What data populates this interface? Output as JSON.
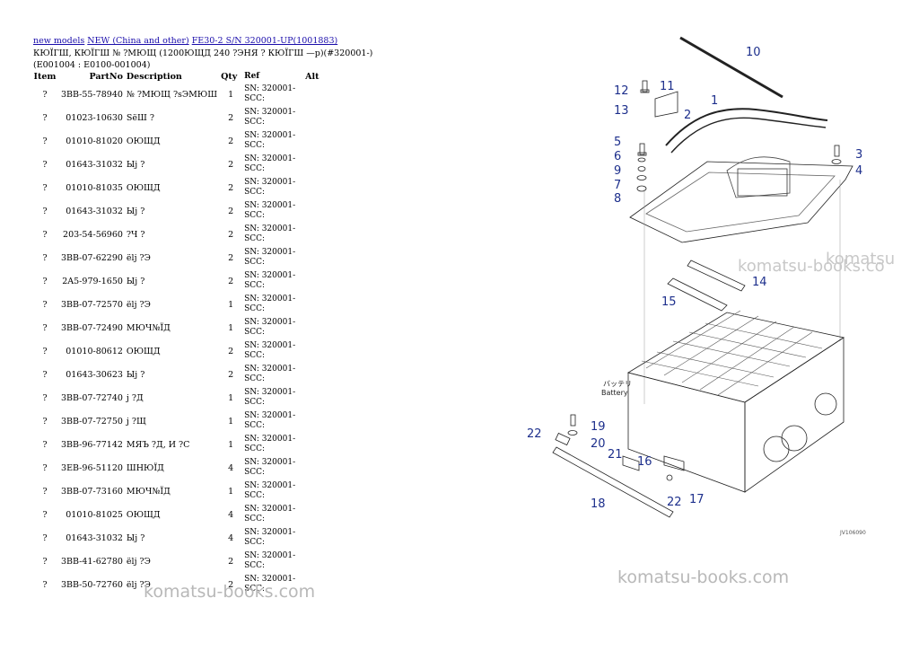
{
  "breadcrumb": {
    "items": [
      "new models",
      "NEW (China and other)",
      "FE30-2 S/N 320001-UP(1001883)"
    ]
  },
  "title": "КЮЇГШ, КЮЇГШ № ?МЮЩ (1200ЮЩД 240 ?ЭНЯ ? КЮЇГШ —р)(#320001-)(E001004 : E0100-001004)",
  "table": {
    "headers": [
      "Item",
      "PartNo",
      "Description",
      "Qty",
      "Ref",
      "Alt"
    ],
    "rows": [
      {
        "item": "?",
        "part": "3BB-55-78940",
        "desc": "№ ?МЮЩ ?sЭМЮШ",
        "qty": "1",
        "ref": "SN: 320001-SCC:"
      },
      {
        "item": "?",
        "part": "01023-10630",
        "desc": "SёШ ?",
        "qty": "2",
        "ref": "SN: 320001-SCC:"
      },
      {
        "item": "?",
        "part": "01010-81020",
        "desc": "ОЮЩД",
        "qty": "2",
        "ref": "SN: 320001-SCC:"
      },
      {
        "item": "?",
        "part": "01643-31032",
        "desc": "Ыj ?",
        "qty": "2",
        "ref": "SN: 320001-SCC:"
      },
      {
        "item": "?",
        "part": "01010-81035",
        "desc": "ОЮЩД",
        "qty": "2",
        "ref": "SN: 320001-SCC:"
      },
      {
        "item": "?",
        "part": "01643-31032",
        "desc": "Ыj ?",
        "qty": "2",
        "ref": "SN: 320001-SCC:"
      },
      {
        "item": "?",
        "part": "203-54-56960",
        "desc": "?Ч ?",
        "qty": "2",
        "ref": "SN: 320001-SCC:"
      },
      {
        "item": "?",
        "part": "3BB-07-62290",
        "desc": "ёlj ?Э",
        "qty": "2",
        "ref": "SN: 320001-SCC:"
      },
      {
        "item": "?",
        "part": "2A5-979-1650",
        "desc": "Ыj ?",
        "qty": "2",
        "ref": "SN: 320001-SCC:"
      },
      {
        "item": "?",
        "part": "3BB-07-72570",
        "desc": "ёlj ?Э",
        "qty": "1",
        "ref": "SN: 320001-SCC:"
      },
      {
        "item": "?",
        "part": "3BB-07-72490",
        "desc": "МЮЧ№ЇД",
        "qty": "1",
        "ref": "SN: 320001-SCC:"
      },
      {
        "item": "?",
        "part": "01010-80612",
        "desc": "ОЮЩД",
        "qty": "2",
        "ref": "SN: 320001-SCC:"
      },
      {
        "item": "?",
        "part": "01643-30623",
        "desc": "Ыj ?",
        "qty": "2",
        "ref": "SN: 320001-SCC:"
      },
      {
        "item": "?",
        "part": "3BB-07-72740",
        "desc": "j ?Д",
        "qty": "1",
        "ref": "SN: 320001-SCC:"
      },
      {
        "item": "?",
        "part": "3BB-07-72750",
        "desc": "j ?Щ",
        "qty": "1",
        "ref": "SN: 320001-SCC:"
      },
      {
        "item": "?",
        "part": "3BB-96-77142",
        "desc": "МЯЪ ?Д, И ?С",
        "qty": "1",
        "ref": "SN: 320001-SCC:"
      },
      {
        "item": "?",
        "part": "3EB-96-51120",
        "desc": "ШНЮЇД",
        "qty": "4",
        "ref": "SN: 320001-SCC:"
      },
      {
        "item": "?",
        "part": "3BB-07-73160",
        "desc": "МЮЧ№ЇД",
        "qty": "1",
        "ref": "SN: 320001-SCC:"
      },
      {
        "item": "?",
        "part": "01010-81025",
        "desc": "ОЮЩД",
        "qty": "4",
        "ref": "SN: 320001-SCC:"
      },
      {
        "item": "?",
        "part": "01643-31032",
        "desc": "Ыj ?",
        "qty": "4",
        "ref": "SN: 320001-SCC:"
      },
      {
        "item": "?",
        "part": "3BB-41-62780",
        "desc": "ёlj ?Э",
        "qty": "2",
        "ref": "SN: 320001-SCC:"
      },
      {
        "item": "?",
        "part": "3BB-50-72760",
        "desc": "ёlj ?Э",
        "qty": "2",
        "ref": "SN: 320001-SCC:"
      }
    ]
  },
  "diagram": {
    "callouts": [
      "1",
      "2",
      "3",
      "4",
      "5",
      "6",
      "7",
      "8",
      "9",
      "10",
      "11",
      "12",
      "13",
      "14",
      "15",
      "16",
      "17",
      "18",
      "19",
      "20",
      "21",
      "22",
      "22"
    ],
    "battery_jp": "バッテリ",
    "battery_en": "Battery",
    "figure_code": "JV106090"
  },
  "watermarks": [
    "komatsu-books.com",
    "komatsu-books.com",
    "komatsu-books.co",
    "komatsu"
  ]
}
